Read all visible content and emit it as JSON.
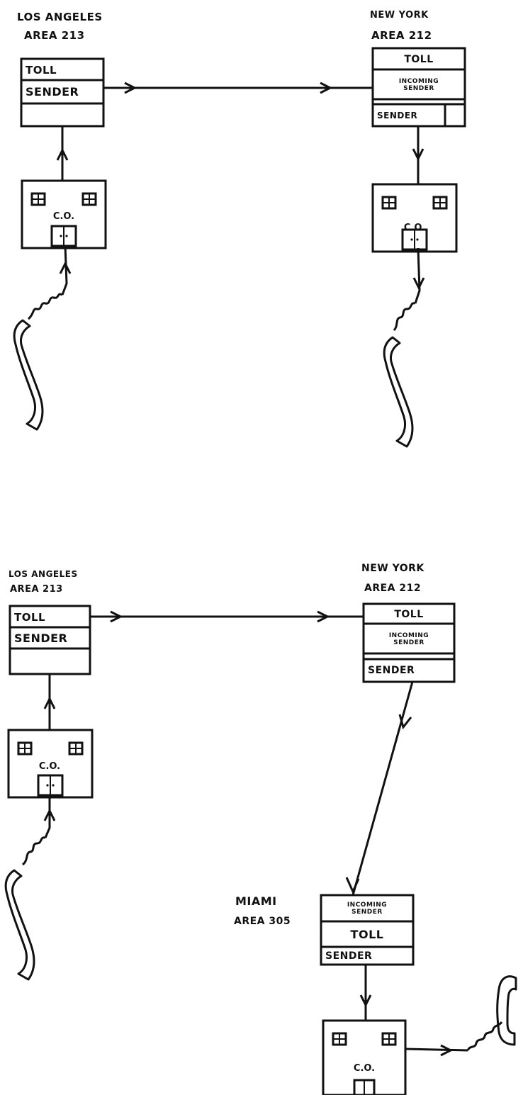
{
  "diagram1": {
    "origin": {
      "city": "LOS ANGELES",
      "area": "AREA 213",
      "cells": [
        "TOLL",
        "SENDER",
        ""
      ]
    },
    "destination": {
      "city": "NEW YORK",
      "area": "AREA 212",
      "cells": [
        "TOLL",
        "INCOMING",
        "SENDER",
        "SENDER"
      ]
    },
    "central_office_label": "C.O."
  },
  "diagram2": {
    "origin": {
      "city": "LOS ANGELES",
      "area": "AREA 213",
      "cells": [
        "TOLL",
        "SENDER",
        ""
      ]
    },
    "relay": {
      "city": "NEW YORK",
      "area": "AREA 212",
      "cells": [
        "TOLL",
        "INCOMING",
        "SENDER",
        "SENDER"
      ]
    },
    "destination": {
      "city": "MIAMI",
      "area": "AREA 305",
      "cells": [
        "INCOMING",
        "SENDER",
        "TOLL",
        "SENDER"
      ]
    },
    "central_office_label": "C.O."
  },
  "icons": [
    "telephone-handset-icon",
    "central-office-building-icon",
    "arrow-icon"
  ],
  "colors": {
    "ink": "#111111",
    "paper": "#ffffff"
  }
}
